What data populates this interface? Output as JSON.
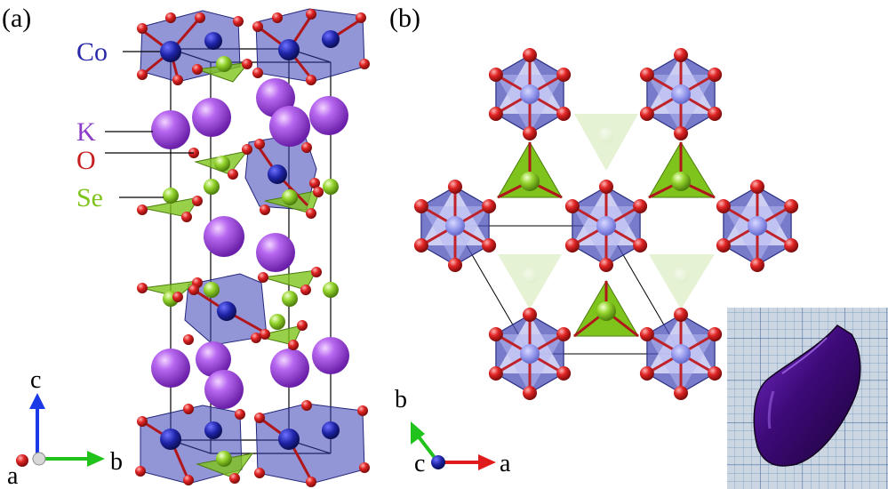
{
  "panels": {
    "a": {
      "tag": "(a)"
    },
    "b": {
      "tag": "(b)"
    }
  },
  "legend": {
    "co": "Co",
    "k": "K",
    "o": "O",
    "se": "Se"
  },
  "axes_a": {
    "c": "c",
    "b": "b",
    "a": "a"
  },
  "axes_b": {
    "b": "b",
    "a": "a",
    "c": "c"
  },
  "colors": {
    "co": "#1f24a8",
    "co_polyhedron": "#5a5ec8",
    "k": "#9a3fd8",
    "o": "#d21c1c",
    "se": "#7fc41c",
    "axis_c": "#1b39e6",
    "axis_b": "#22c21d",
    "axis_a": "#e01b1b",
    "crystal": "#3a0a6a"
  },
  "icons": [
    "crystal-structure",
    "axis-triad",
    "crystal-photo"
  ]
}
